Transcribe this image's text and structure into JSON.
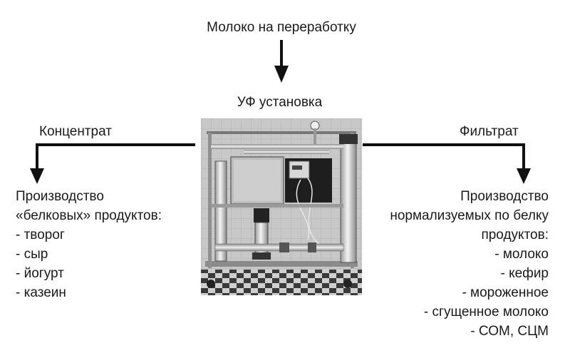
{
  "input_label": "Молоко на переработку",
  "unit_label": "УФ установка",
  "left": {
    "label": "Концентрат",
    "block": [
      "Производство",
      "«белковых» продуктов:",
      "- творог",
      "- сыр",
      "- йогурт",
      "- казеин"
    ]
  },
  "right": {
    "label": "Фильтрат",
    "block": [
      "Производство",
      "нормализуемых по белку",
      "продуктов:",
      "- молоко",
      "- кефир",
      "- мороженное",
      "- сгущенное молоко",
      "- СОМ, СЦМ"
    ]
  }
}
